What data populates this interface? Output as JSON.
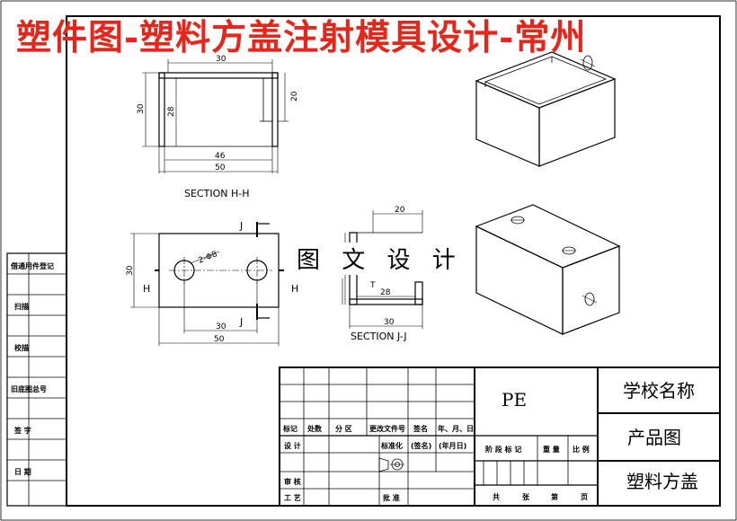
{
  "banner_text": "塑件图-塑料方盖注射模具设计-常州",
  "watermark": "图 文 设 计",
  "section_hh": {
    "label": "SECTION H-H",
    "dims": {
      "top": "30",
      "outer_height": "30",
      "inner_height": "28",
      "right": "20",
      "inner_width": "46",
      "outer_width": "50"
    }
  },
  "top_view": {
    "dims": {
      "height": "30",
      "spacing": "30",
      "width": "50",
      "hole": "2-Φ8"
    },
    "marks": {
      "h_left": "H",
      "h_right": "H",
      "j_top": "J",
      "j_bottom": "J"
    }
  },
  "section_jj": {
    "label": "SECTION J-J",
    "dims": {
      "top": "20",
      "inner": "28",
      "bottom": "30"
    },
    "mark": "T"
  },
  "left_strip": [
    "借通用件登记",
    "扫描",
    "校描",
    "旧底图总号",
    "签 字",
    "日 期"
  ],
  "title_block": {
    "material": "PE",
    "school": "学校名称",
    "drawing_type": "产品图",
    "part_name": "塑料方盖",
    "headers": [
      "标记",
      "处数",
      "分 区",
      "更改文件号",
      "签名",
      "年、月、日"
    ],
    "design": "设 计",
    "standard": "标准化",
    "sign": "(签名)",
    "date": "(年月日)",
    "stage_row": [
      "阶 段 标 记",
      "重 量",
      "比 例"
    ],
    "review": "审 核",
    "process": "工 艺",
    "approve": "批 准",
    "sheets": [
      "共",
      "张",
      "第",
      "页"
    ]
  }
}
